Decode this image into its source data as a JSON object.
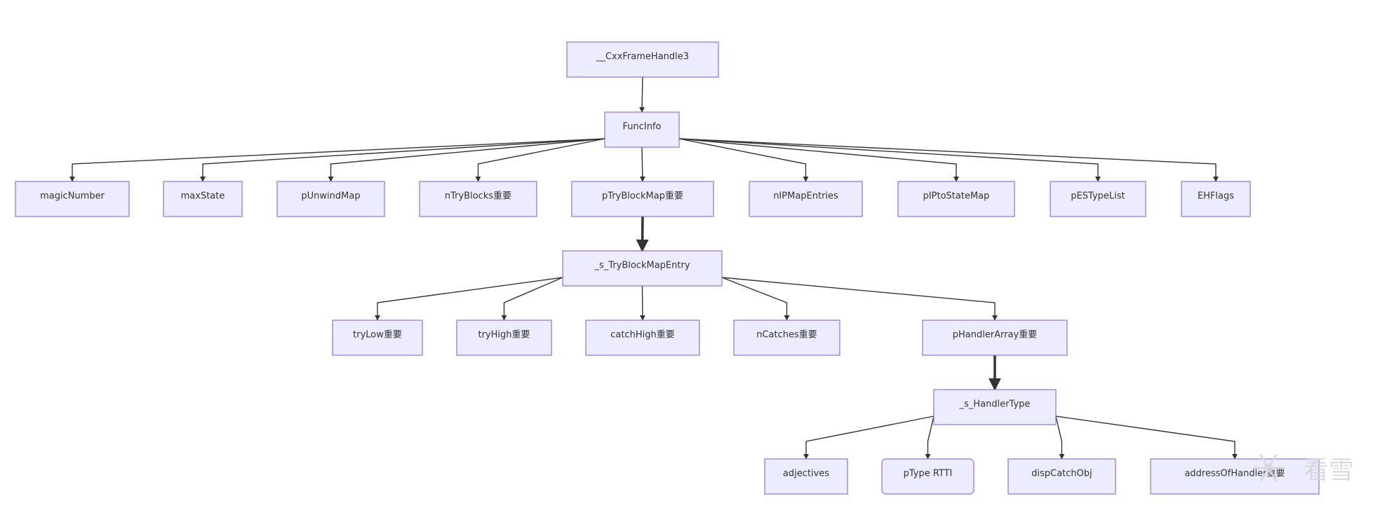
{
  "nodes": [
    {
      "id": "cxx",
      "label": "__CxxFrameHandle3"
    },
    {
      "id": "funcinfo",
      "label": "FuncInfo"
    },
    {
      "id": "magic",
      "label": "magicNumber"
    },
    {
      "id": "maxstate",
      "label": "maxState"
    },
    {
      "id": "punwind",
      "label": "pUnwindMap"
    },
    {
      "id": "ntry",
      "label": "nTryBlocks重要"
    },
    {
      "id": "ptrymap",
      "label": "pTryBlockMap重要"
    },
    {
      "id": "nipmap",
      "label": "nIPMapEntries"
    },
    {
      "id": "piptostate",
      "label": "pIPtoStateMap"
    },
    {
      "id": "pestype",
      "label": "pESTypeList"
    },
    {
      "id": "ehflags",
      "label": "EHFlags"
    },
    {
      "id": "trymapentry",
      "label": "_s_TryBlockMapEntry"
    },
    {
      "id": "trylow",
      "label": "tryLow重要"
    },
    {
      "id": "tryhigh",
      "label": "tryHigh重要"
    },
    {
      "id": "catchhigh",
      "label": "catchHigh重要"
    },
    {
      "id": "ncatches",
      "label": "nCatches重要"
    },
    {
      "id": "phandler",
      "label": "pHandlerArray重要"
    },
    {
      "id": "handlertype",
      "label": "_s_HandlerType"
    },
    {
      "id": "adjectives",
      "label": "adjectives"
    },
    {
      "id": "ptype",
      "label": "pType RTTI"
    },
    {
      "id": "dispcatch",
      "label": "dispCatchObj"
    },
    {
      "id": "addrhandler",
      "label": "addressOfHandler重要"
    }
  ],
  "edges": [
    {
      "from": "cxx",
      "to": "funcinfo",
      "thick": false
    },
    {
      "from": "funcinfo",
      "to": "magic",
      "thick": false
    },
    {
      "from": "funcinfo",
      "to": "maxstate",
      "thick": false
    },
    {
      "from": "funcinfo",
      "to": "punwind",
      "thick": false
    },
    {
      "from": "funcinfo",
      "to": "ntry",
      "thick": false
    },
    {
      "from": "funcinfo",
      "to": "ptrymap",
      "thick": false
    },
    {
      "from": "funcinfo",
      "to": "nipmap",
      "thick": false
    },
    {
      "from": "funcinfo",
      "to": "piptostate",
      "thick": false
    },
    {
      "from": "funcinfo",
      "to": "pestype",
      "thick": false
    },
    {
      "from": "funcinfo",
      "to": "ehflags",
      "thick": false
    },
    {
      "from": "ptrymap",
      "to": "trymapentry",
      "thick": true
    },
    {
      "from": "trymapentry",
      "to": "trylow",
      "thick": false
    },
    {
      "from": "trymapentry",
      "to": "tryhigh",
      "thick": false
    },
    {
      "from": "trymapentry",
      "to": "catchhigh",
      "thick": false
    },
    {
      "from": "trymapentry",
      "to": "ncatches",
      "thick": false
    },
    {
      "from": "trymapentry",
      "to": "phandler",
      "thick": false
    },
    {
      "from": "phandler",
      "to": "handlertype",
      "thick": true
    },
    {
      "from": "handlertype",
      "to": "adjectives",
      "thick": false
    },
    {
      "from": "handlertype",
      "to": "ptype",
      "thick": false
    },
    {
      "from": "handlertype",
      "to": "dispcatch",
      "thick": false
    },
    {
      "from": "handlertype",
      "to": "addrhandler",
      "thick": false
    }
  ],
  "watermark": {
    "text": "看雪",
    "icon": "snowflake-icon"
  },
  "colors": {
    "node_fill": "#ECECFF",
    "node_stroke": "#9370DB",
    "edge": "#333333",
    "text": "#333333"
  }
}
